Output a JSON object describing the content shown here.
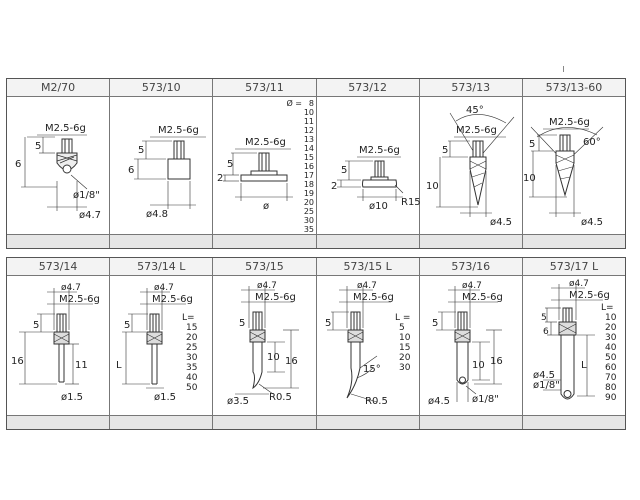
{
  "row1": [
    {
      "title": "M2/70",
      "d": {
        "thread": "M2.5-6g",
        "l1": "5",
        "l2": "6",
        "d1": "ø1/8\"",
        "d2": "ø4.7"
      }
    },
    {
      "title": "573/10",
      "d": {
        "thread": "M2.5-6g",
        "l1": "5",
        "l2": "6",
        "d1": "ø4.8"
      }
    },
    {
      "title": "573/11",
      "d": {
        "thread": "M2.5-6g",
        "l1": "5",
        "l2": "2",
        "d1": "ø"
      },
      "sizes_label": "Ø =",
      "sizes": [
        "8",
        "10",
        "11",
        "12",
        "13",
        "14",
        "15",
        "16",
        "17",
        "18",
        "19",
        "20",
        "25",
        "30",
        "35"
      ]
    },
    {
      "title": "573/12",
      "d": {
        "thread": "M2.5-6g",
        "l1": "5",
        "l2": "2",
        "d1": "ø10",
        "r": "R15"
      }
    },
    {
      "title": "573/13",
      "d": {
        "thread": "M2.5-6g",
        "angle": "45°",
        "l1": "5",
        "l2": "10",
        "d1": "ø4.5"
      }
    },
    {
      "title": "573/13-60",
      "d": {
        "thread": "M2.5-6g",
        "angle": "60°",
        "l1": "5",
        "l2": "10",
        "d1": "ø4.5"
      }
    }
  ],
  "row2": [
    {
      "title": "573/14",
      "d": {
        "d0": "ø4.7",
        "thread": "M2.5-6g",
        "l1": "5",
        "l2": "16",
        "l3": "11",
        "d1": "ø1.5"
      }
    },
    {
      "title": "573/14 L",
      "d": {
        "d0": "ø4.7",
        "thread": "M2.5-6g",
        "l1": "5",
        "l2": "L",
        "d1": "ø1.5"
      },
      "lengths_label": "L=",
      "lengths": [
        "15",
        "20",
        "25",
        "30",
        "35",
        "40",
        "50"
      ]
    },
    {
      "title": "573/15",
      "d": {
        "d0": "ø4.7",
        "thread": "M2.5-6g",
        "l1": "5",
        "l2": "10",
        "l3": "16",
        "d1": "ø3.5",
        "r": "R0.5"
      }
    },
    {
      "title": "573/15 L",
      "d": {
        "d0": "ø4.7",
        "thread": "M2.5-6g",
        "l1": "5",
        "angle": "15°",
        "r": "R0.5"
      },
      "lengths_label": "L =",
      "lengths": [
        "5",
        "10",
        "15",
        "20",
        "30"
      ]
    },
    {
      "title": "573/16",
      "d": {
        "d0": "ø4.7",
        "thread": "M2.5-6g",
        "l1": "5",
        "l2": "10",
        "l3": "16",
        "d1": "ø4.5",
        "d2": "ø1/8\""
      }
    },
    {
      "title": "573/17 L",
      "d": {
        "d0": "ø4.7",
        "thread": "M2.5-6g",
        "l1": "5",
        "l2": "6",
        "l3": "L",
        "d1": "ø4.5",
        "d2": "ø1/8\""
      },
      "lengths_label": "L=",
      "lengths": [
        "10",
        "20",
        "30",
        "40",
        "50",
        "60",
        "70",
        "80",
        "90"
      ]
    }
  ]
}
